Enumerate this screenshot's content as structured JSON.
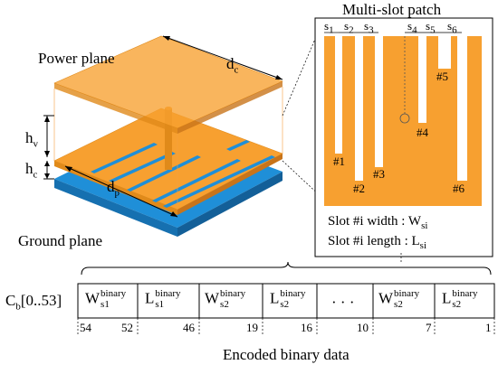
{
  "labels": {
    "power_plane": "Power plane",
    "ground_plane": "Ground plane",
    "dc": "d",
    "dc_sub": "c",
    "dp": "d",
    "dp_sub": "p",
    "hv": "h",
    "hv_sub": "v",
    "hc": "h",
    "hc_sub": "c",
    "patch_title": "Multi-slot patch",
    "spacing": [
      "s1",
      "s2",
      "s3",
      "s4",
      "s5",
      "s6"
    ],
    "slot_ids": [
      "#1",
      "#2",
      "#3",
      "#4",
      "#5",
      "#6"
    ],
    "width_text": "Slot #i width : W",
    "width_sub": "si",
    "length_text": "Slot #i length : L",
    "length_sub": "si",
    "cb_label": "C",
    "cb_sub": "b",
    "cb_range": "[0..53]",
    "encoded": "Encoded binary data"
  },
  "encoding": {
    "cells": [
      {
        "sym": "W",
        "sup": "binary",
        "sub": "s1"
      },
      {
        "sym": "L",
        "sup": "binary",
        "sub": "s1"
      },
      {
        "sym": "W",
        "sup": "binary",
        "sub": "s2"
      },
      {
        "sym": "L",
        "sup": "binary",
        "sub": "s2"
      },
      {
        "sym": "· · ·",
        "sup": "",
        "sub": ""
      },
      {
        "sym": "W",
        "sup": "binary",
        "sub": "s2"
      },
      {
        "sym": "L",
        "sup": "binary",
        "sub": "s2"
      }
    ],
    "indices": [
      "54",
      "52",
      "46",
      "19",
      "16",
      "10",
      "7",
      "1"
    ]
  },
  "colors": {
    "copper": "#f7a030",
    "copper_dark": "#e08a1a",
    "ground": "#1f8fd8",
    "ground_dark": "#1670b0",
    "white": "#ffffff"
  }
}
